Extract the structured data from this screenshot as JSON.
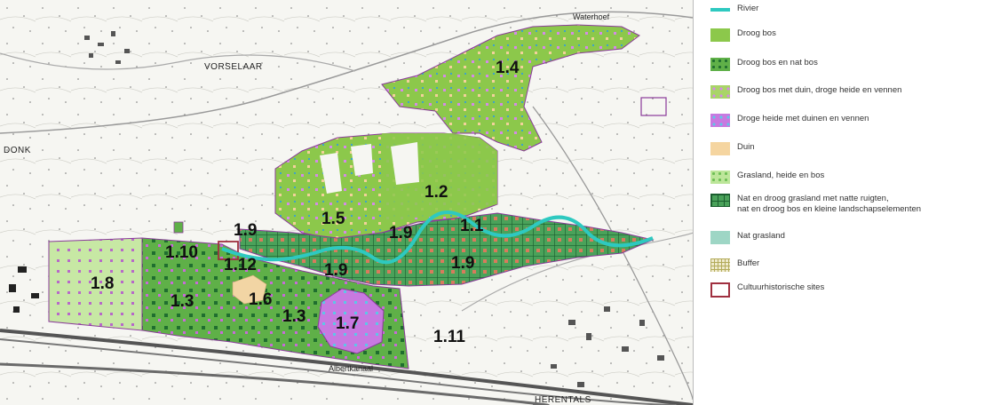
{
  "colors": {
    "river": "#2ec9c0",
    "droog_bos": "#8cc84b",
    "droog_nat_bos": "#3d9a3f",
    "duin_heide_vennen": "#a9d468",
    "droge_heide": "#c879e0",
    "duin": "#f5d5a0",
    "grasland_heide_bos": "#bde69a",
    "nat_droog_grasland": "#2f8a4a",
    "nat_grasland": "#9ed6c5",
    "buffer": "#c9c277",
    "cultuur": "#a03040",
    "boundary": "#8a3a9a"
  },
  "map": {
    "places": {
      "vorselaar": "VORSELAAR",
      "donk": "DONK",
      "herentals": "HERENTALS",
      "waterhoef": "Waterhoef",
      "albertkanaal": "Albertkanaal"
    },
    "zones": [
      {
        "id": "1.1",
        "label": "1.1"
      },
      {
        "id": "1.2",
        "label": "1.2"
      },
      {
        "id": "1.3a",
        "label": "1.3"
      },
      {
        "id": "1.3b",
        "label": "1.3"
      },
      {
        "id": "1.4",
        "label": "1.4"
      },
      {
        "id": "1.5",
        "label": "1.5"
      },
      {
        "id": "1.6",
        "label": "1.6"
      },
      {
        "id": "1.7",
        "label": "1.7"
      },
      {
        "id": "1.8",
        "label": "1.8"
      },
      {
        "id": "1.9a",
        "label": "1.9"
      },
      {
        "id": "1.9b",
        "label": "1.9"
      },
      {
        "id": "1.9c",
        "label": "1.9"
      },
      {
        "id": "1.9d",
        "label": "1.9"
      },
      {
        "id": "1.10",
        "label": "1.10"
      },
      {
        "id": "1.11",
        "label": "1.11"
      },
      {
        "id": "1.12",
        "label": "1.12"
      }
    ]
  },
  "legend": {
    "items": [
      {
        "key": "rivier",
        "label": "Rivier",
        "style": "line"
      },
      {
        "key": "droog_bos",
        "label": "Droog bos",
        "style": "fill"
      },
      {
        "key": "droog_nat_bos",
        "label": "Droog bos en nat bos",
        "style": "dots"
      },
      {
        "key": "duin_heide_vennen",
        "label": "Droog bos met duin, droge heide en vennen",
        "style": "mixed"
      },
      {
        "key": "droge_heide",
        "label": "Droge heide met duinen en vennen",
        "style": "purple"
      },
      {
        "key": "duin",
        "label": "Duin",
        "style": "fill"
      },
      {
        "key": "grasland_heide_bos",
        "label": "Grasland, heide en bos",
        "style": "light"
      },
      {
        "key": "nat_droog_grasland",
        "label": "Nat en droog grasland met natte ruigten,\nnat en droog bos en kleine landschapselementen",
        "style": "grid"
      },
      {
        "key": "nat_grasland",
        "label": "Nat grasland",
        "style": "fill"
      },
      {
        "key": "buffer",
        "label": "Buffer",
        "style": "hatch"
      },
      {
        "key": "cultuur",
        "label": "Cultuurhistorische sites",
        "style": "outline"
      }
    ]
  }
}
